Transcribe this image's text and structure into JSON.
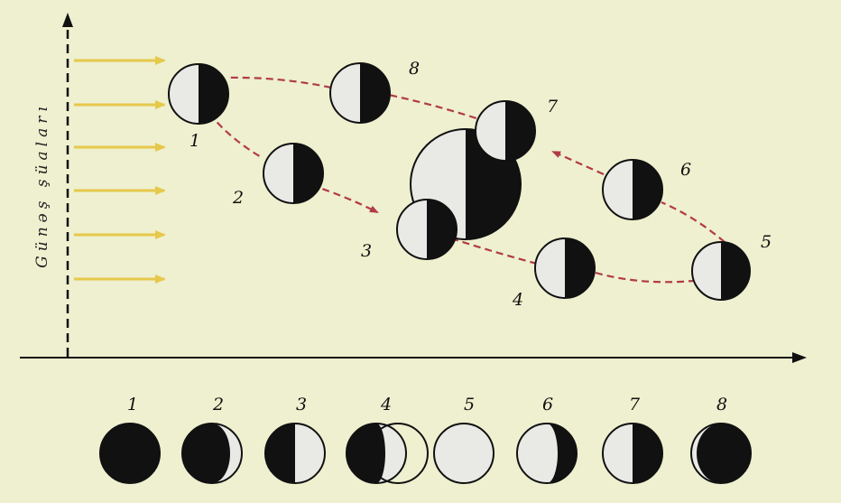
{
  "diagram": {
    "axis_label": "Günəş şüaları",
    "orbit_labels": [
      "1",
      "2",
      "3",
      "4",
      "5",
      "6",
      "7",
      "8"
    ],
    "phase_labels": [
      "1",
      "2",
      "3",
      "4",
      "5",
      "6",
      "7",
      "8"
    ]
  },
  "colors": {
    "background": "#eef0cf",
    "sun_ray": "#e6c84a",
    "orbit": "#b23a48",
    "moon_dark": "#111111",
    "moon_light": "#e9e9e6"
  }
}
